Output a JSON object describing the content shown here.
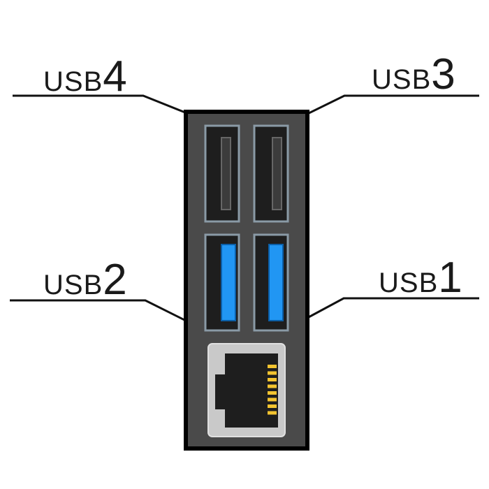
{
  "labels": {
    "usb4": {
      "prefix": "USB",
      "number": "4"
    },
    "usb3": {
      "prefix": "USB",
      "number": "3"
    },
    "usb2": {
      "prefix": "USB",
      "number": "2"
    },
    "usb1": {
      "prefix": "USB",
      "number": "1"
    }
  },
  "colors": {
    "panel": "#4a4a4a",
    "panel_border": "#000000",
    "port_frame": "#8a9aa6",
    "port_inner": "#1e1e1e",
    "usb2_tongue": "#3c3c3c",
    "usb3_tongue": "#2196f3",
    "ethernet_body": "#c9c9c9",
    "ethernet_pins": "#f4c430",
    "leader_line": "#111111"
  },
  "icons": [
    "usb2-port-icon",
    "usb3-port-icon",
    "ethernet-port-icon"
  ]
}
